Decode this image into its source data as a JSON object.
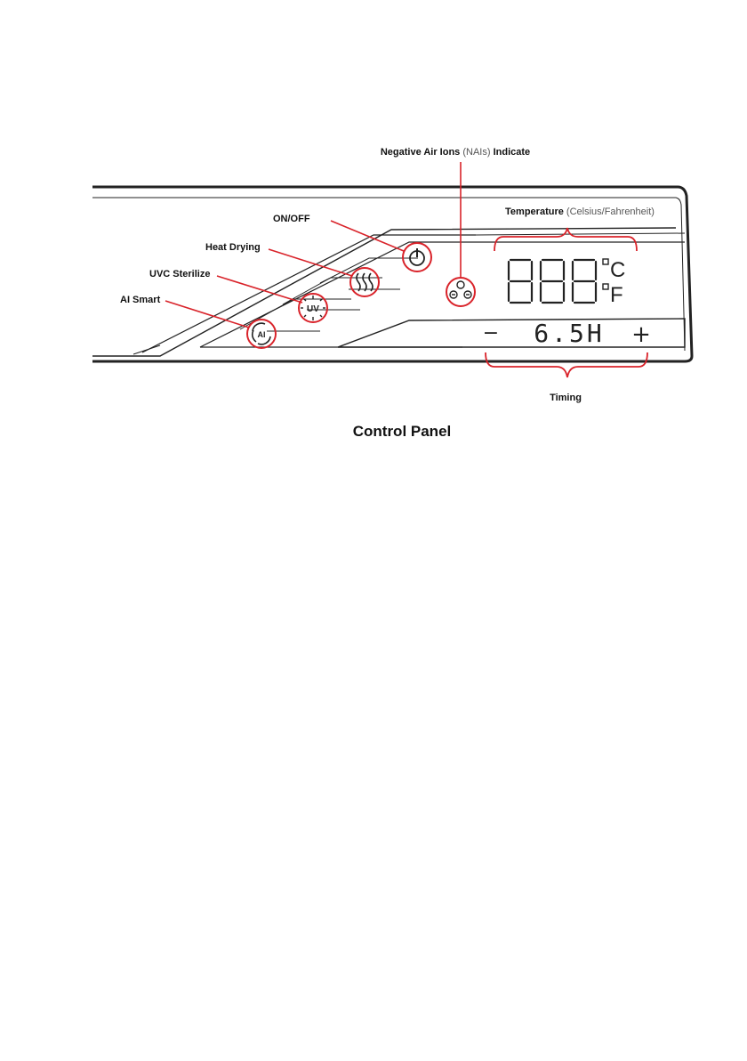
{
  "colors": {
    "accent_red": "#d9232a",
    "outline": "#222222",
    "text": "#111111",
    "subtext": "#555555"
  },
  "labels": {
    "negative_ions": {
      "bold": "Negative Air Ions",
      "paren": " (NAIs) ",
      "bold2": "Indicate"
    },
    "temperature": {
      "bold": "Temperature",
      "paren": " (Celsius/Fahrenheit)"
    },
    "on_off": "ON/OFF",
    "heat_drying": "Heat Drying",
    "uvc_sterilize": "UVC Sterilize",
    "ai_smart": "AI Smart",
    "timing": "Timing"
  },
  "display": {
    "temperature_digits": "888",
    "celsius_unit": "C",
    "fahrenheit_unit": "F",
    "timer_value": "6.5H",
    "minus_symbol": "−",
    "plus_symbol": "+"
  },
  "buttons": {
    "uv_icon_text": "UV",
    "ai_icon_text": "AI"
  },
  "icons": {
    "power": "power-icon",
    "heat": "heat-waves-icon",
    "uv": "uv-sun-icon",
    "ai": "ai-swirl-icon",
    "ions": "negative-ions-icon"
  },
  "caption": "Control Panel"
}
